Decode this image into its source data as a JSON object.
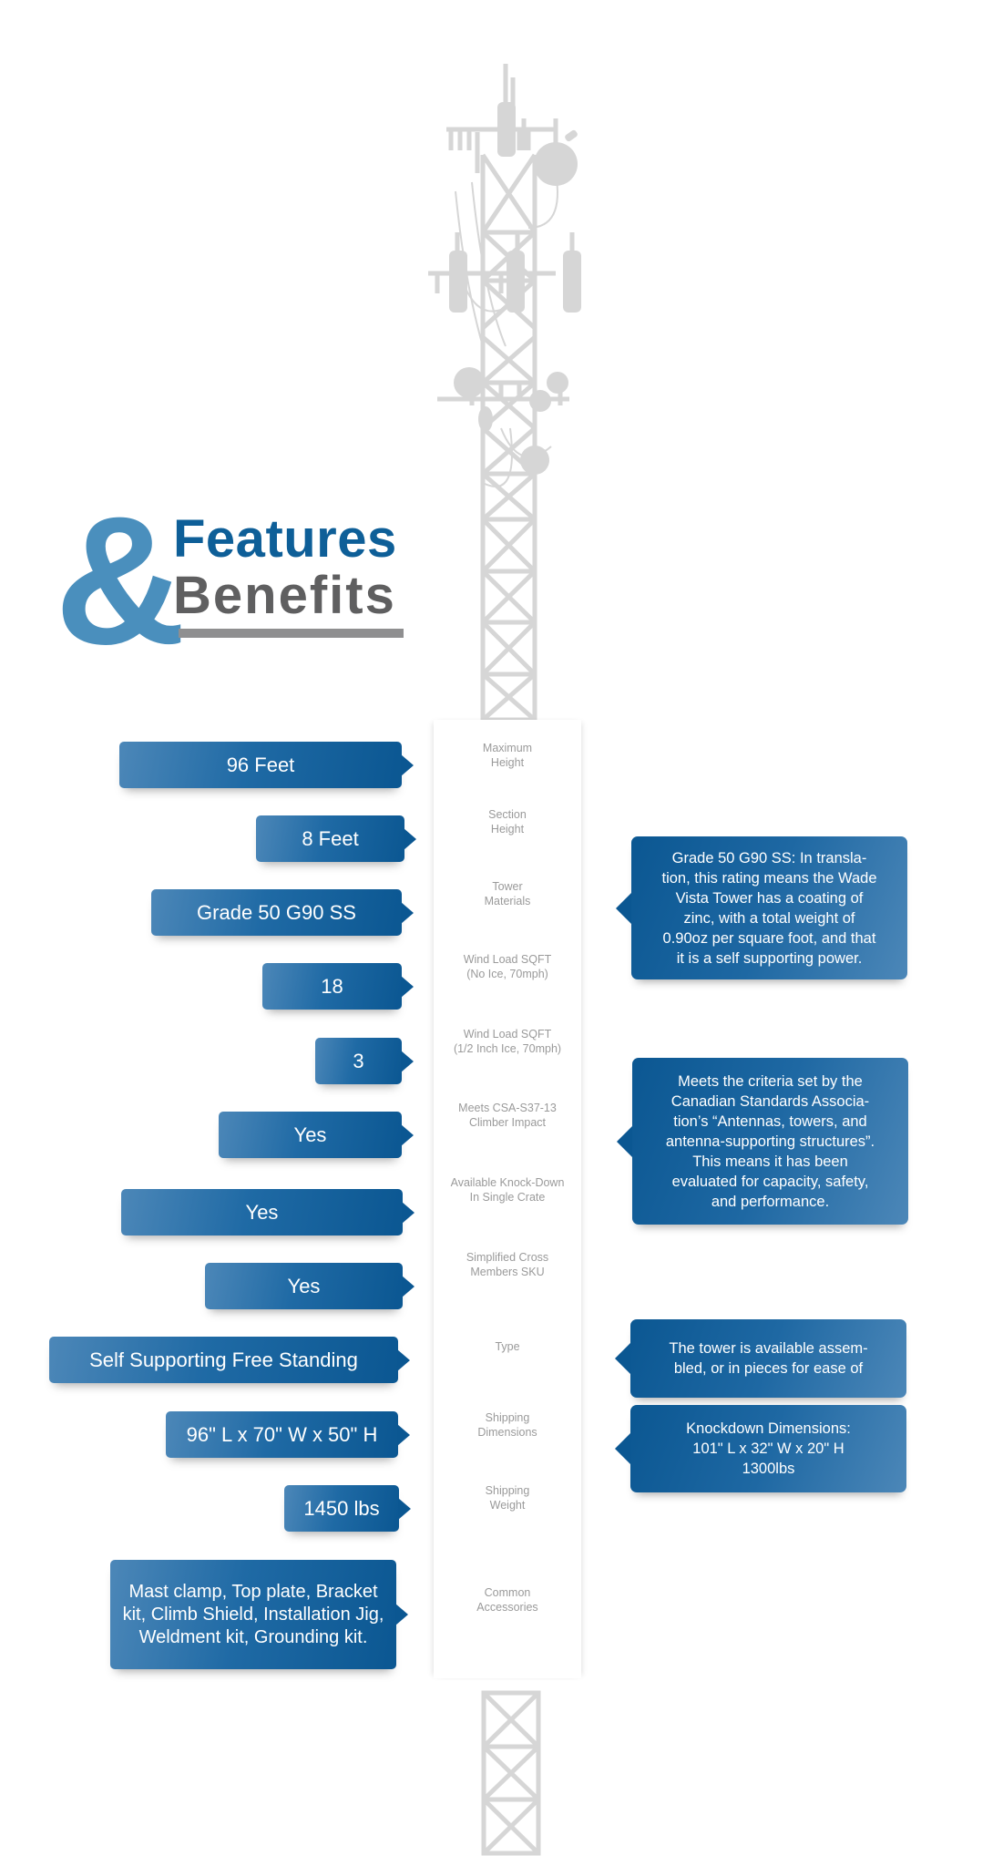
{
  "title": {
    "ampersand": "&",
    "line1": "Features",
    "line2": "Benefits"
  },
  "colors": {
    "brand_blue_dark": "#0b5792",
    "brand_blue_light": "#4c87b8",
    "title_blue": "#0e5f98",
    "title_gray": "#5f5f60",
    "tower_gray": "#d6d6d6",
    "label_gray": "#9a9a9a"
  },
  "illustration": {
    "top": "cell-tower-icon",
    "bottom": "tower-section-icon"
  },
  "specs": [
    {
      "label": "Maximum Height",
      "value": "96 Feet"
    },
    {
      "label": "Section Height",
      "value": "8 Feet"
    },
    {
      "label": "Tower Materials",
      "value": "Grade 50 G90 SS"
    },
    {
      "label": "Wind Load SQFT (No Ice, 70mph)",
      "value": "18"
    },
    {
      "label": "Wind Load SQFT (1/2 Inch Ice, 70mph)",
      "value": "3"
    },
    {
      "label": "Meets CSA-S37-13 Climber Impact",
      "value": "Yes"
    },
    {
      "label": "Available Knock-Down In Single Crate",
      "value": "Yes"
    },
    {
      "label": "Simplified Cross Members SKU",
      "value": "Yes"
    },
    {
      "label": "Type",
      "value": "Self Supporting Free Standing"
    },
    {
      "label": "Shipping Dimensions",
      "value": "96\" L x 70\" W x 50\" H"
    },
    {
      "label": "Shipping Weight",
      "value": "1450 lbs"
    },
    {
      "label": "Common Accessories",
      "value": "Mast clamp, Top plate, Bracket kit, Climb Shield, Installation Jig, Weldment kit, Grounding kit."
    }
  ],
  "label_lines": [
    [
      "Maximum",
      "Height"
    ],
    [
      "Section",
      "Height"
    ],
    [
      "Tower",
      "Materials"
    ],
    [
      "Wind Load SQFT",
      "(No Ice, 70mph)"
    ],
    [
      "Wind Load SQFT",
      "(1/2 Inch Ice, 70mph)"
    ],
    [
      "Meets CSA-S37-13",
      "Climber Impact"
    ],
    [
      "Available Knock-Down",
      "In Single Crate"
    ],
    [
      "Simplified Cross",
      "Members SKU"
    ],
    [
      "Type"
    ],
    [
      "Shipping",
      "Dimensions"
    ],
    [
      "Shipping",
      "Weight"
    ],
    [
      "Common",
      "Accessories"
    ]
  ],
  "accessories_lines": [
    "Mast clamp, Top plate, Bracket",
    "kit, Climb Shield, Installation Jig,",
    "Weldment kit, Grounding kit."
  ],
  "callouts": [
    {
      "for": "Tower Materials",
      "lines": [
        "Grade 50 G90 SS: In transla-",
        "tion, this rating means the Wade",
        "Vista Tower has  a coating of",
        "zinc, with a total weight of",
        "0.90oz per square foot, and that",
        "it is a self supporting power."
      ]
    },
    {
      "for": "Meets CSA-S37-13 Climber Impact",
      "lines": [
        "Meets the criteria set by the",
        "Canadian Standards Associa-",
        "tion’s “Antennas, towers, and",
        "antenna-supporting structures”.",
        "This means it has been",
        "evaluated for capacity, safety,",
        "and performance."
      ]
    },
    {
      "for": "Type",
      "lines": [
        "The tower is available assem-",
        "bled, or in pieces for ease of"
      ]
    },
    {
      "for": "Shipping Dimensions",
      "lines": [
        "Knockdown Dimensions:",
        "101\" L x 32\" W x 20\" H",
        "1300lbs"
      ]
    }
  ]
}
